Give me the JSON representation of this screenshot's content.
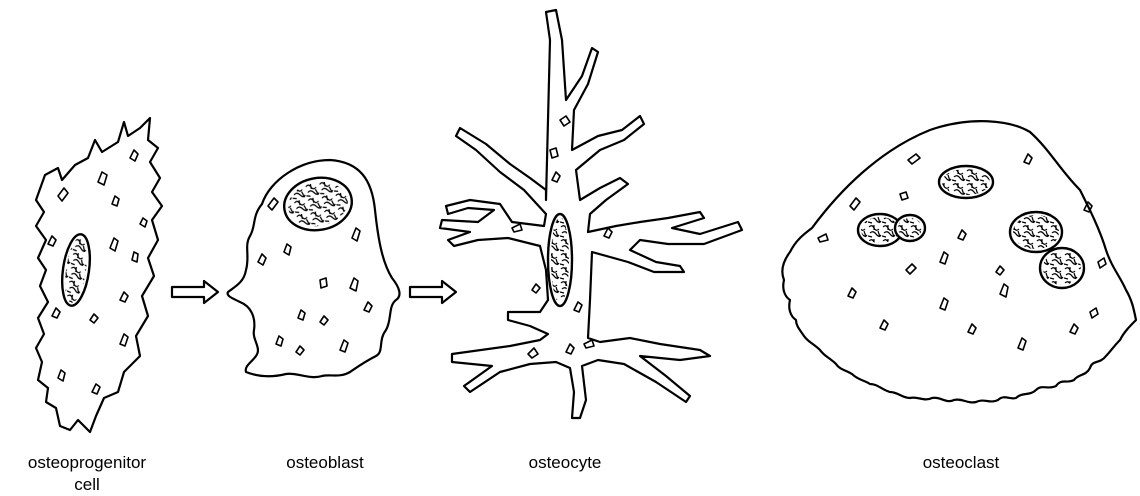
{
  "labels": {
    "osteoprogenitor": [
      "osteoprogenitor",
      "cell"
    ],
    "osteoblast": "osteoblast",
    "osteocyte": "osteocyte",
    "osteoclast": "osteoclast"
  }
}
